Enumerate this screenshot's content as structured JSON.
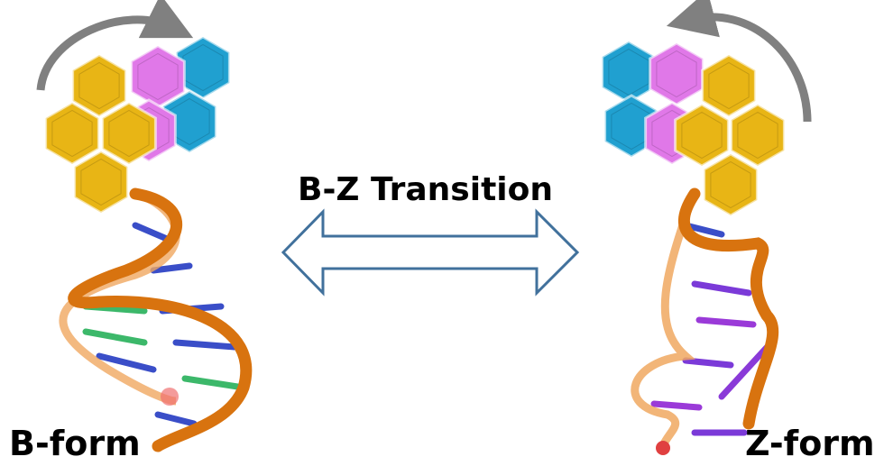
{
  "title": "B-Z Transition",
  "left_label": "B-form",
  "right_label": "Z-form",
  "colors": {
    "arrow_outline": "#41719C",
    "rotation_arrow": "#808080",
    "hex_yellow": "#E8B515",
    "hex_magenta": "#E078E8",
    "hex_cyan": "#20A0D0",
    "dna_backbone": "#D8730F"
  }
}
